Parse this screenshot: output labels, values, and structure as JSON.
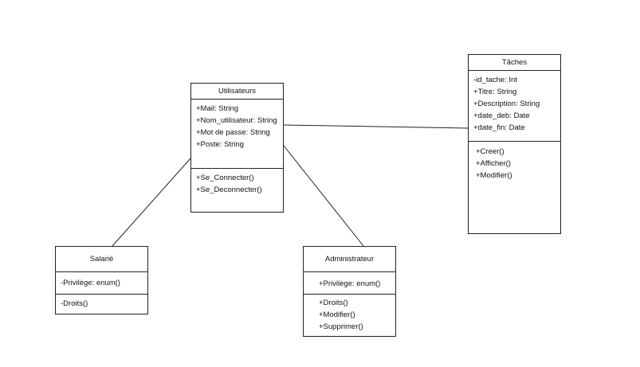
{
  "classes": {
    "utilisateurs": {
      "name": "Utilisateurs",
      "attributes": [
        "+Mail: String",
        "+Nom_utilisateur: String",
        "+Mot de passe: String",
        "+Poste: String"
      ],
      "operations": [
        "+Se_Connecter()",
        "+Se_Deconnecter()"
      ]
    },
    "taches": {
      "name": "Tâches",
      "attributes": [
        "-id_tache: Int",
        "+Titre: String",
        "+Description: String",
        "+date_deb: Date",
        "+date_fin: Date"
      ],
      "operations": [
        "+Creer()",
        "+Afficher()",
        "+Modifier()"
      ]
    },
    "salarie": {
      "name": "Salarié",
      "attributes": [
        "-Privilège: enum()"
      ],
      "operations": [
        "-Droits()"
      ]
    },
    "administrateur": {
      "name": "Administrateur",
      "attributes": [
        "+Privilège: enum()"
      ],
      "operations": [
        "+Droits()",
        "+Modifier()",
        "+Supprimer()"
      ]
    }
  },
  "colors": {
    "line": "#222222",
    "background": "#ffffff"
  }
}
